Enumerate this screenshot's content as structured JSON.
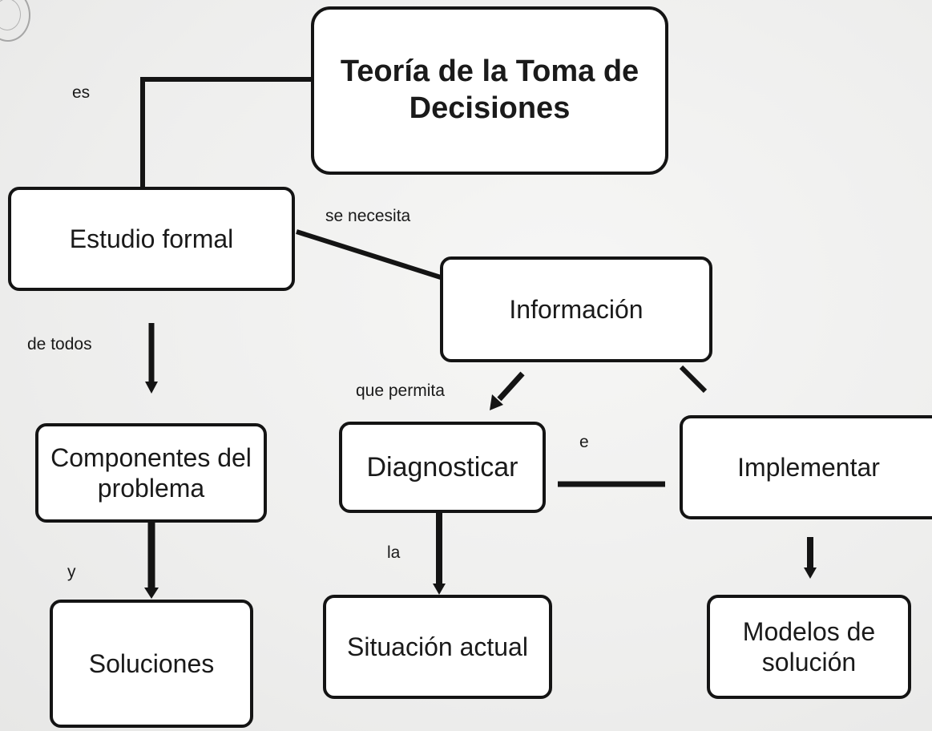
{
  "nodes": {
    "root": "Teoría de la Toma de Decisiones",
    "estudio": "Estudio formal",
    "informacion": "Información",
    "componentes": "Componentes del problema",
    "diagnosticar": "Diagnosticar",
    "implementar": "Implementar",
    "soluciones": "Soluciones",
    "situacion": "Situación actual",
    "modelos": "Modelos de solución"
  },
  "links": {
    "es": "es",
    "se_necesita": "se necesita",
    "de_todos": "de todos",
    "que_permita": "que permita",
    "e": "e",
    "y": "y",
    "la": "la"
  },
  "colors": {
    "line": "#141414",
    "box_fill": "#ffffff",
    "background": "#eeeeed"
  }
}
